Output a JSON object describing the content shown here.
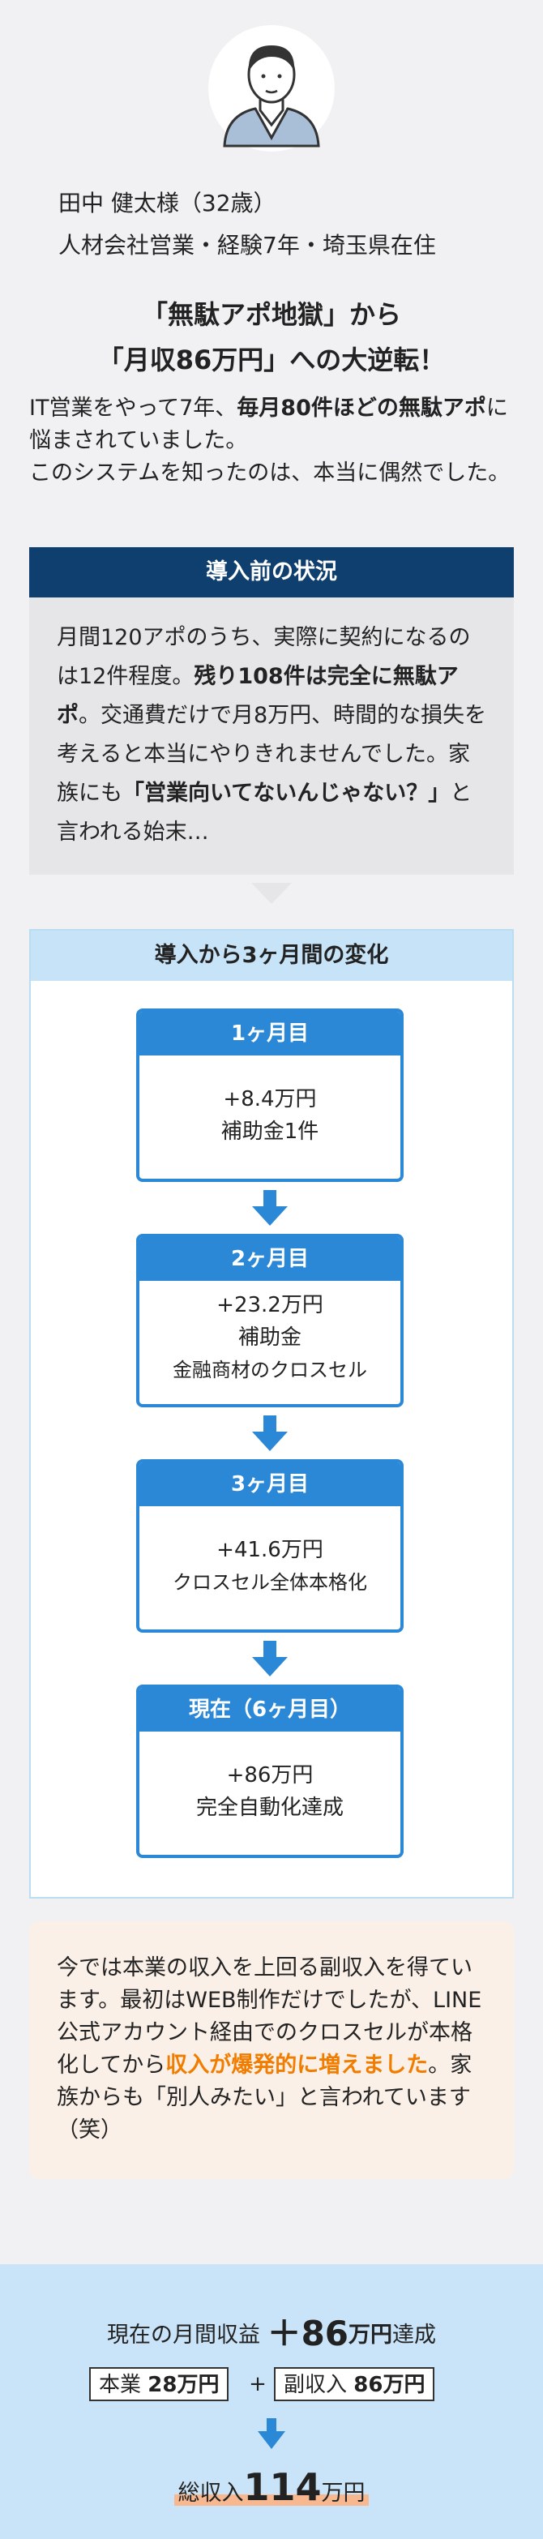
{
  "profile": {
    "name": "田中 健太様（32歳）",
    "details": "人材会社営業・経験7年・埼玉県在住"
  },
  "headline": {
    "line1": "「無駄アポ地獄」から",
    "line2": "「月収86万円」への大逆転！"
  },
  "intro": {
    "p1": "IT営業をやって7年、",
    "p1_bold": "毎月80件ほどの無駄アポ",
    "p1_end": "に悩まされていました。",
    "p2": "このシステムを知ったのは、本当に偶然でした。"
  },
  "before": {
    "title": "導入前の状況",
    "t1": "月間120アポのうち、実際に契約になるのは12件程度。",
    "b1": "残り108件は完全に無駄アポ",
    "t2": "。交通費だけで月8万円、時間的な損失を考えると本当にやりきれませんでした。家族にも",
    "b2": "「営業向いてないんじゃない？」",
    "t3": "と言われる始末…"
  },
  "changes": {
    "title": "導入から3ヶ月間の変化",
    "steps": [
      {
        "label": "1ヶ月目",
        "line1": "+8.4万円",
        "line2": "補助金1件",
        "line3": ""
      },
      {
        "label": "2ヶ月目",
        "line1": "+23.2万円",
        "line2": "補助金",
        "line3": "金融商材のクロスセル"
      },
      {
        "label": "3ヶ月目",
        "line1": "+41.6万円",
        "line2": "クロスセル全体本格化",
        "line3": ""
      },
      {
        "label": "現在（6ヶ月目）",
        "line1": "+86万円",
        "line2": "完全自動化達成",
        "line3": ""
      }
    ]
  },
  "note": {
    "t1": "今では本業の収入を上回る副収入を得ています。最初はWEB制作だけでしたが、LINE公式アカウント経由でのクロスセルが本格化してから",
    "hl": "収入が爆発的に増えました",
    "t2": "。家族からも「別人みたい」と言われています（笑）"
  },
  "summary": {
    "prefix": "現在の月間収益",
    "amount": "＋86",
    "unit": "万円",
    "suffix": "達成",
    "main_label": "本業",
    "main_value": "28万円",
    "plus": "+",
    "side_label": "副収入",
    "side_value": "86万円",
    "total_label": "総収入",
    "total_value": "114",
    "total_unit": "万円"
  },
  "colors": {
    "accent": "#2b88d6",
    "navy": "#0f3f6e",
    "highlight": "#f07d00"
  }
}
